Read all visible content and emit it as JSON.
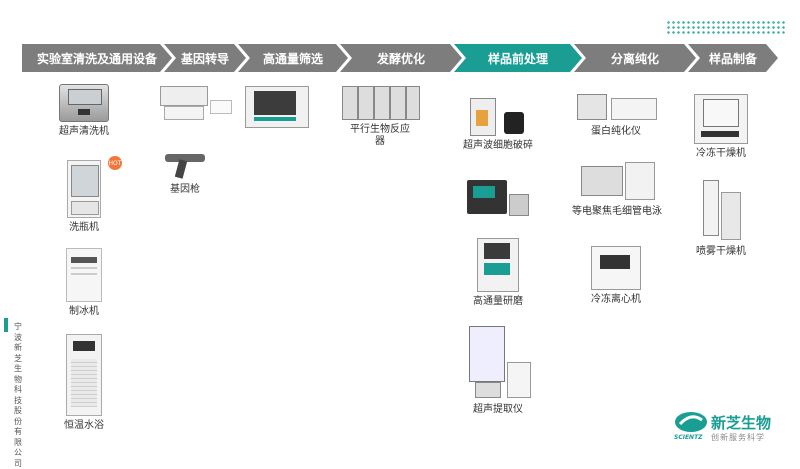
{
  "steps": [
    {
      "label": "实验室清洗及通用设备"
    },
    {
      "label": "基因转导"
    },
    {
      "label": "高通量筛选"
    },
    {
      "label": "发酵优化"
    },
    {
      "label": "样品前处理"
    },
    {
      "label": "分离纯化"
    },
    {
      "label": "样品制备"
    }
  ],
  "active_step": "样品前处理",
  "columns": {
    "lab": [
      "超声清洗机",
      "洗瓶机",
      "制冰机",
      "恒温水浴"
    ],
    "gene": [
      "基因枪"
    ],
    "bio": [
      "平行生物反应器"
    ],
    "pre": [
      "超声波细胞破碎",
      "高通量研磨",
      "超声提取仪"
    ],
    "sep": [
      "蛋白纯化仪",
      "等电聚焦毛细管电泳",
      "冷冻离心机"
    ],
    "prep": [
      "冷冻干燥机",
      "喷雾干燥机"
    ]
  },
  "hot_badge": "HOT",
  "company_vertical": "宁波新芝生物科技股份有限公司",
  "logo": {
    "brand": "新芝生物",
    "slogan": "创新服务科学",
    "brand_en": "SCIENTZ"
  },
  "colors": {
    "accent": "#1a9e94",
    "step_gray": "#7d7d7d"
  }
}
